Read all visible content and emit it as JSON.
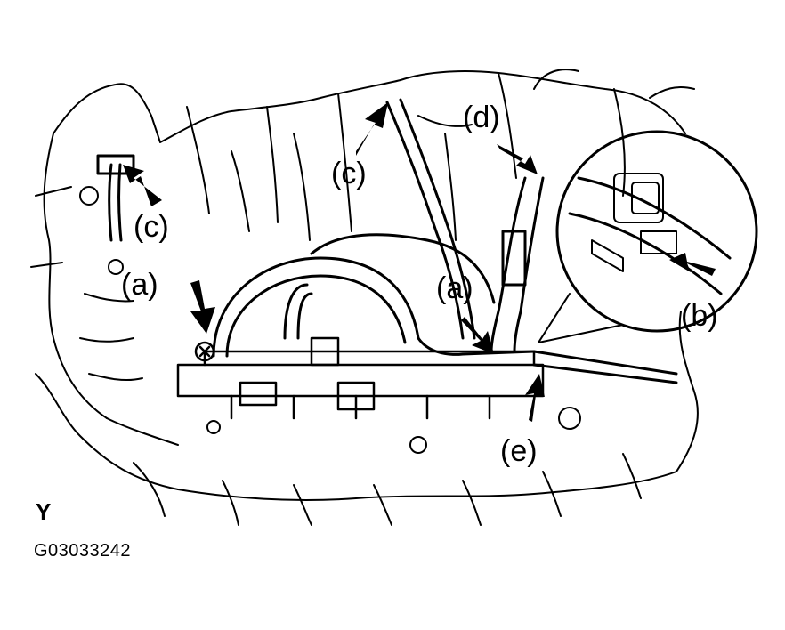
{
  "callouts": {
    "a_left": "(a)",
    "a_right": "(a)",
    "b": "(b)",
    "c_left": "(c)",
    "c_center": "(c)",
    "d": "(d)",
    "e": "(e)"
  },
  "view_mark": "Y",
  "figure_id": "G03033242",
  "colors": {
    "ink": "#000000",
    "paper": "#ffffff"
  }
}
